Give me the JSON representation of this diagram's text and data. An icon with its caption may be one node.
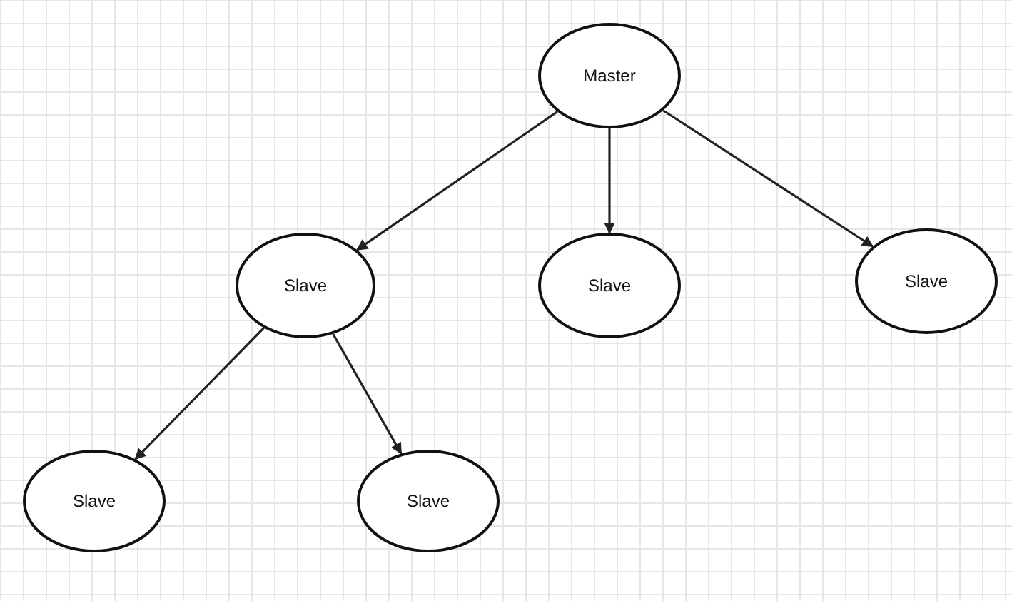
{
  "diagram": {
    "nodes": [
      {
        "text": [
          "Master"
        ]
      },
      {
        "text": [
          "Slave"
        ]
      },
      {
        "text": [
          "Slave"
        ]
      },
      {
        "text": [
          "Slave"
        ]
      },
      {
        "text": [
          "Slave"
        ]
      },
      {
        "text": [
          "Slave"
        ]
      }
    ],
    "edges": [
      {
        "from": 0,
        "to": 1,
        "arrow": "to"
      },
      {
        "from": 0,
        "to": 2,
        "arrow": "to"
      },
      {
        "from": 0,
        "to": 3,
        "arrow": "to"
      },
      {
        "from": 1,
        "to": 4,
        "arrow": "to"
      },
      {
        "from": 1,
        "to": 5,
        "arrow": "to"
      }
    ]
  }
}
